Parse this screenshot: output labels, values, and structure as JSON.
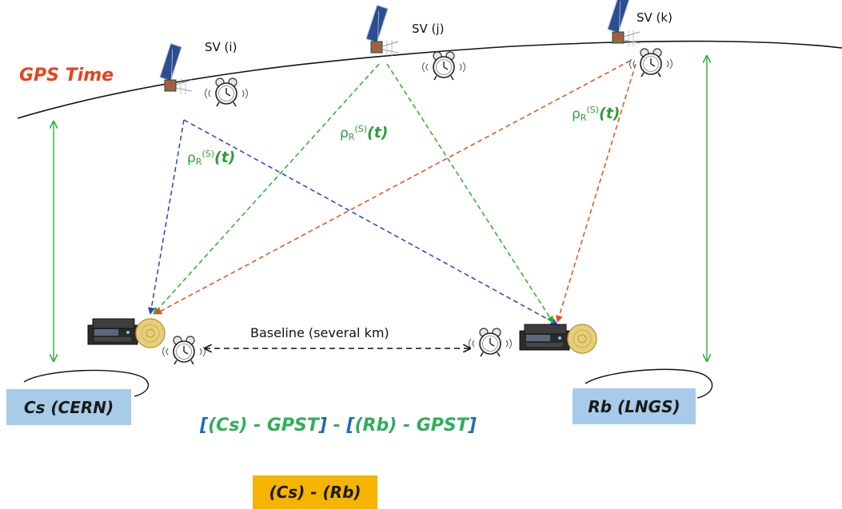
{
  "gps_time_label": "GPS Time",
  "satellites": [
    {
      "label": "SV (i)"
    },
    {
      "label": "SV (j)"
    },
    {
      "label": "SV (k)"
    }
  ],
  "pseudorange": {
    "rho": "ρ",
    "sub": "R",
    "sup": "(S)",
    "arg": "(t)"
  },
  "baseline_label": "Baseline (several km)",
  "stations": {
    "left": "Cs (CERN)",
    "right": "Rb (LNGS)"
  },
  "formula": {
    "open1": "[",
    "term1": "(Cs) - GPST",
    "close1": "]",
    "minus": " - ",
    "open2": "[",
    "term2": "(Rb) - GPST",
    "close2": "]"
  },
  "result": "(Cs) - (Rb)",
  "colors": {
    "gps_time": "#e8421d",
    "sv_i_link": "#2a3fd6",
    "sv_j_link": "#22b522",
    "sv_k_link": "#ee4a1a",
    "time_arrows": "#2fae3a",
    "station_box": "#a7cbe8",
    "result_box": "#f5b400"
  }
}
